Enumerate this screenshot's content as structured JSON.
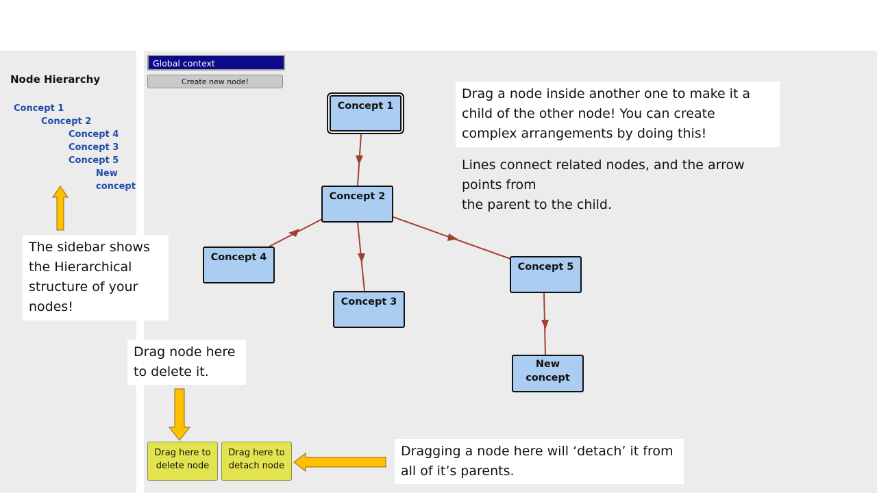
{
  "sidebar": {
    "title": "Node Hierarchy",
    "tree": [
      {
        "label": "Concept 1"
      },
      {
        "label": "Concept 2"
      },
      {
        "label": "Concept 4"
      },
      {
        "label": "Concept 3"
      },
      {
        "label": "Concept 5"
      },
      {
        "label": "New"
      },
      {
        "label": "concept"
      }
    ]
  },
  "toolbar": {
    "context_label": "Global context",
    "create_label": "Create new node!"
  },
  "nodes": {
    "concept1": "Concept 1",
    "concept2": "Concept 2",
    "concept3": "Concept 3",
    "concept4": "Concept 4",
    "concept5": "Concept 5",
    "new_concept_line1": "New",
    "new_concept_line2": "concept"
  },
  "drop_zones": {
    "delete_line1": "Drag here to",
    "delete_line2": "delete node",
    "detach_line1": "Drag here to",
    "detach_line2": "detach node"
  },
  "callouts": {
    "drag_inside": [
      "Drag a node inside another one to make it a",
      "child of the other node! You can create",
      "complex arrangements by doing this!"
    ],
    "lines": [
      "Lines connect related nodes, and the arrow",
      "points from",
      "the parent to the child."
    ],
    "sidebar": [
      "The sidebar shows",
      "the Hierarchical",
      "structure of your",
      "nodes!"
    ],
    "delete": [
      "Drag node here",
      "to delete it."
    ],
    "detach": [
      "Dragging a node here will ‘detach’ it from",
      "all of it’s parents."
    ]
  },
  "colors": {
    "node_fill": "#aacdf1",
    "edge": "#a0412e",
    "drop_zone": "#e3e24f",
    "context_bar": "#0a0a8a",
    "tree_text": "#1f4ea6",
    "arrow_fill": "#ffc000"
  }
}
